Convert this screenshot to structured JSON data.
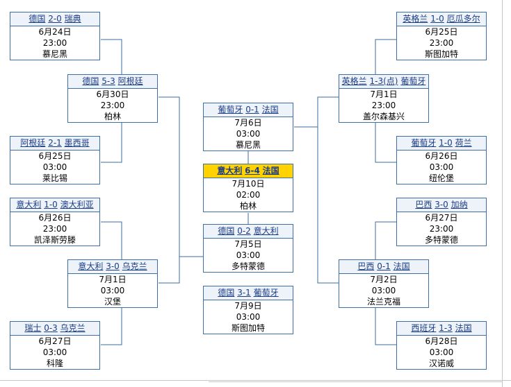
{
  "bracket": {
    "r16_left": [
      {
        "team1": "德国",
        "score": "2-0",
        "team2": "瑞典",
        "date": "6月24日",
        "time": "23:00",
        "venue": "慕尼黑"
      },
      {
        "team1": "阿根廷",
        "score": "2-1",
        "team2": "墨西哥",
        "date": "6月25日",
        "time": "03:00",
        "venue": "莱比锡"
      },
      {
        "team1": "意大利",
        "score": "1-0",
        "team2": "澳大利亚",
        "date": "6月26日",
        "time": "23:00",
        "venue": "凯泽斯劳滕"
      },
      {
        "team1": "瑞士",
        "score": "0-3",
        "team2": "乌克兰",
        "date": "6月27日",
        "time": "03:00",
        "venue": "科隆"
      }
    ],
    "qf_left": [
      {
        "team1": "德国",
        "score": "5-3",
        "team2": "阿根廷",
        "date": "6月30日",
        "time": "23:00",
        "venue": "柏林"
      },
      {
        "team1": "意大利",
        "score": "3-0",
        "team2": "乌克兰",
        "date": "7月1日",
        "time": "03:00",
        "venue": "汉堡"
      }
    ],
    "r16_right": [
      {
        "team1": "英格兰",
        "score": "1-0",
        "team2": "厄瓜多尔",
        "date": "6月25日",
        "time": "23:00",
        "venue": "斯图加特"
      },
      {
        "team1": "葡萄牙",
        "score": "1-0",
        "team2": "荷兰",
        "date": "6月26日",
        "time": "03:00",
        "venue": "纽伦堡"
      },
      {
        "team1": "巴西",
        "score": "3-0",
        "team2": "加纳",
        "date": "6月27日",
        "time": "23:00",
        "venue": "多特蒙德"
      },
      {
        "team1": "西班牙",
        "score": "1-3",
        "team2": "法国",
        "date": "6月28日",
        "time": "03:00",
        "venue": "汉诺威"
      }
    ],
    "qf_right": [
      {
        "team1": "英格兰",
        "score": "1-3(点)",
        "team2": "葡萄牙",
        "date": "7月1日",
        "time": "23:00",
        "venue": "盖尔森基兴"
      },
      {
        "team1": "巴西",
        "score": "0-1",
        "team2": "法国",
        "date": "7月2日",
        "time": "03:00",
        "venue": "法兰克福"
      }
    ],
    "semi_top": {
      "team1": "葡萄牙",
      "score": "0-1",
      "team2": "法国",
      "date": "7月6日",
      "time": "03:00",
      "venue": "慕尼黑"
    },
    "final": {
      "team1": "意大利",
      "score": "6-4",
      "team2": "法国",
      "date": "7月10日",
      "time": "02:00",
      "venue": "柏林"
    },
    "semi_bottom": {
      "team1": "德国",
      "score": "0-2",
      "team2": "意大利",
      "date": "7月5日",
      "time": "03:00",
      "venue": "多特蒙德"
    },
    "third_place": {
      "team1": "德国",
      "score": "3-1",
      "team2": "葡萄牙",
      "date": "7月9日",
      "time": "03:00",
      "venue": "斯图加特"
    }
  },
  "colors": {
    "border": "#3a6ea5",
    "link": "#1a3c86",
    "final_highlight": "#ffd200",
    "lines": "#3a6ea5"
  }
}
